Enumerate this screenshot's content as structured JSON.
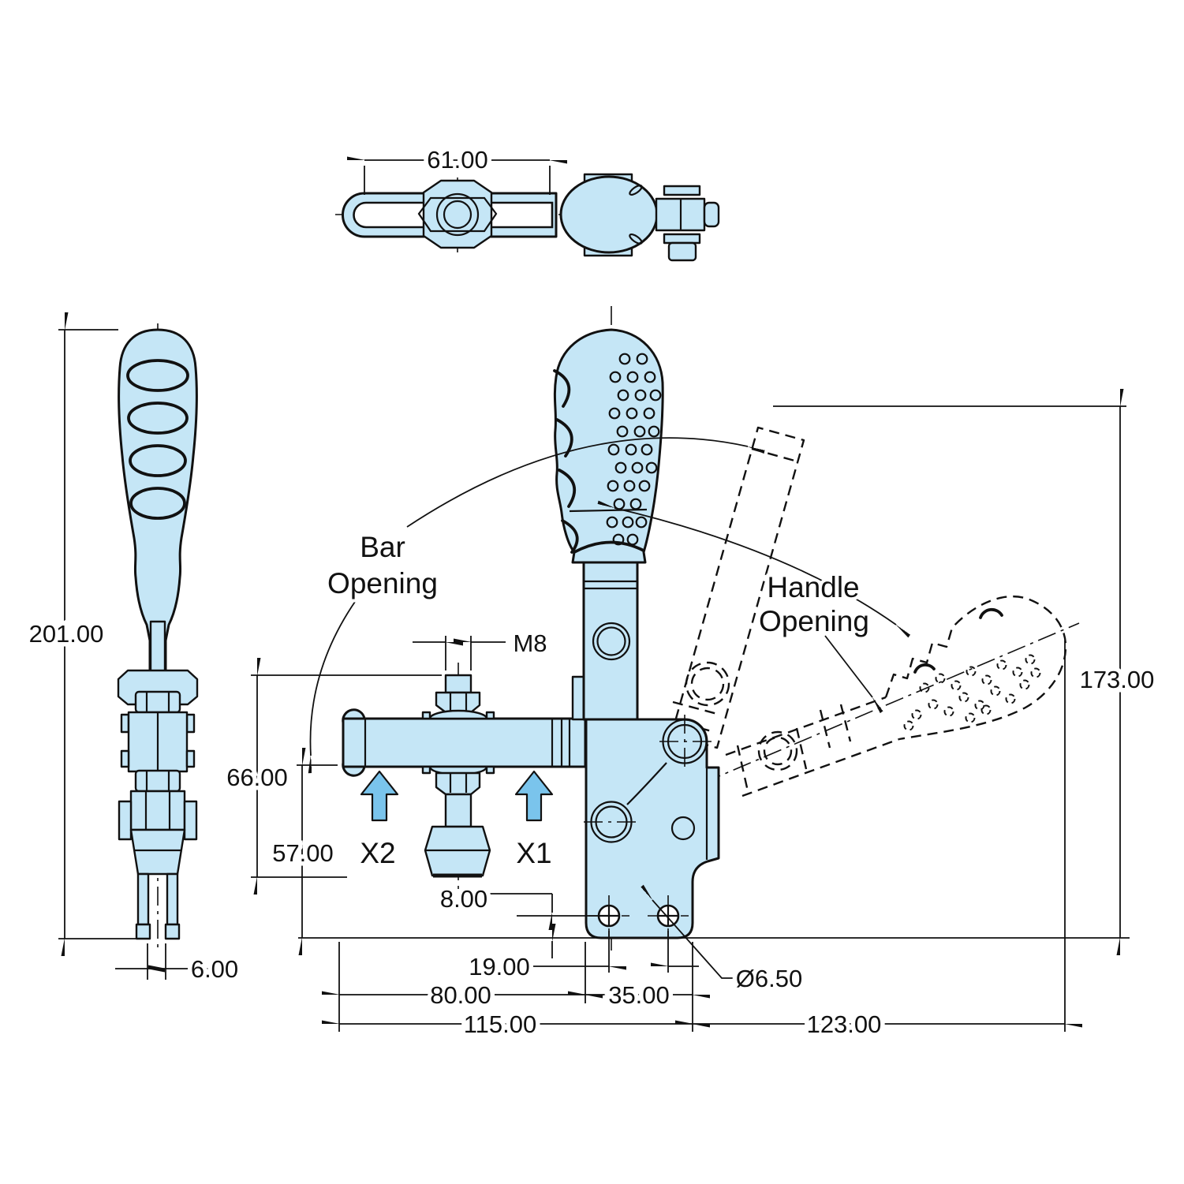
{
  "drawing": {
    "dims": {
      "top_width": "61.00",
      "overall_height": "201.00",
      "prong_gap": "6.00",
      "spindle_thread": "M8",
      "spindle_height": "66.00",
      "bar_height": "57.00",
      "hole_offset": "8.00",
      "hole_pitch": "19.00",
      "bar_reach": "80.00",
      "body_width": "35.00",
      "base_length": "115.00",
      "handle_reach": "123.00",
      "opening_height": "173.00",
      "hole_diameter": "Ø6.50"
    },
    "labels": {
      "bar_opening_line1": "Bar",
      "bar_opening_line2": "Opening",
      "handle_opening_line1": "Handle",
      "handle_opening_line2": "Opening",
      "force_point_2": "X2",
      "force_point_1": "X1"
    },
    "colors": {
      "part_fill": "#c5e6f6",
      "accent_arrow": "#7ac4ec",
      "line": "#111111",
      "background": "#ffffff"
    }
  }
}
